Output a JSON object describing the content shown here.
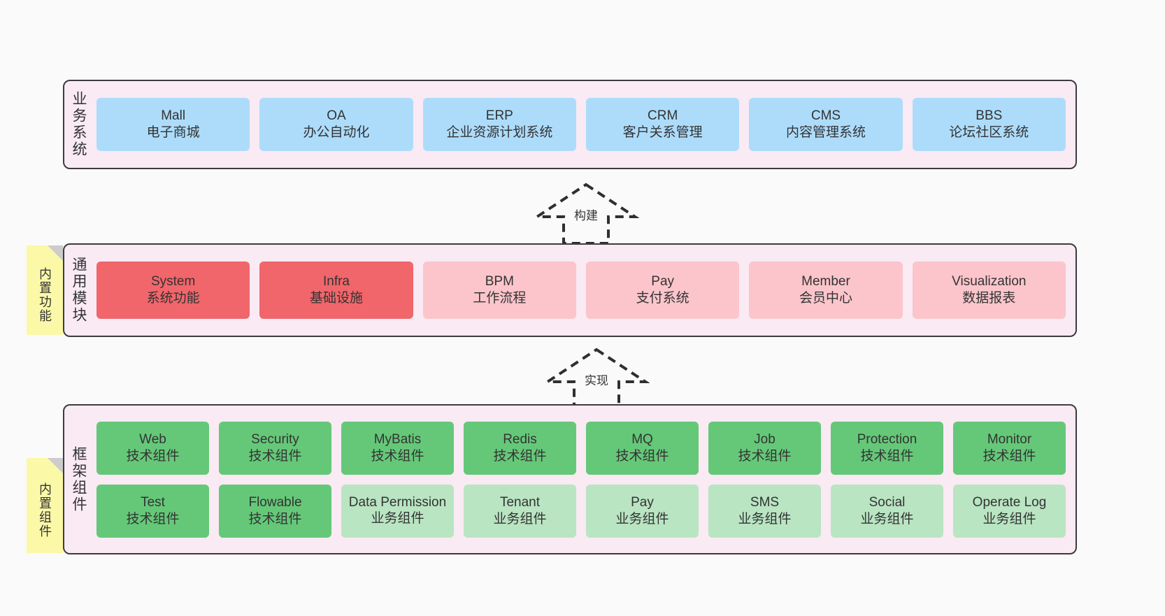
{
  "page": {
    "background": "#fafafa",
    "panel_background": "#f9eaf4",
    "panel_border": "#3c3c3c"
  },
  "colors": {
    "business": "#addcfb",
    "core_active": "#f1666b",
    "core_planned": "#fbc5cb",
    "tech_component": "#65c878",
    "biz_component": "#b9e5c2",
    "note": "#fbf8a8",
    "note_fold": "#cccccc"
  },
  "layers": {
    "business": {
      "title": "业务系统",
      "items": [
        {
          "en": "Mall",
          "cn": "电子商城"
        },
        {
          "en": "OA",
          "cn": "办公自动化"
        },
        {
          "en": "ERP",
          "cn": "企业资源计划系统"
        },
        {
          "en": "CRM",
          "cn": "客户关系管理"
        },
        {
          "en": "CMS",
          "cn": "内容管理系统"
        },
        {
          "en": "BBS",
          "cn": "论坛社区系统"
        }
      ]
    },
    "common": {
      "title": "通用模块",
      "note": "内置功能",
      "items": [
        {
          "en": "System",
          "cn": "系统功能",
          "style": "c-red"
        },
        {
          "en": "Infra",
          "cn": "基础设施",
          "style": "c-red"
        },
        {
          "en": "BPM",
          "cn": "工作流程",
          "style": "c-pink"
        },
        {
          "en": "Pay",
          "cn": "支付系统",
          "style": "c-pink"
        },
        {
          "en": "Member",
          "cn": "会员中心",
          "style": "c-pink"
        },
        {
          "en": "Visualization",
          "cn": "数据报表",
          "style": "c-pink"
        }
      ]
    },
    "framework": {
      "title": "框架组件",
      "note": "内置组件",
      "row1": [
        {
          "en": "Web",
          "cn": "技术组件",
          "style": "c-green"
        },
        {
          "en": "Security",
          "cn": "技术组件",
          "style": "c-green"
        },
        {
          "en": "MyBatis",
          "cn": "技术组件",
          "style": "c-green"
        },
        {
          "en": "Redis",
          "cn": "技术组件",
          "style": "c-green"
        },
        {
          "en": "MQ",
          "cn": "技术组件",
          "style": "c-green"
        },
        {
          "en": "Job",
          "cn": "技术组件",
          "style": "c-green"
        },
        {
          "en": "Protection",
          "cn": "技术组件",
          "style": "c-green"
        },
        {
          "en": "Monitor",
          "cn": "技术组件",
          "style": "c-green"
        }
      ],
      "row2": [
        {
          "en": "Test",
          "cn": "技术组件",
          "style": "c-green"
        },
        {
          "en": "Flowable",
          "cn": "技术组件",
          "style": "c-green"
        },
        {
          "en": "Data Permission",
          "cn": "业务组件",
          "style": "c-lightgreen"
        },
        {
          "en": "Tenant",
          "cn": "业务组件",
          "style": "c-lightgreen"
        },
        {
          "en": "Pay",
          "cn": "业务组件",
          "style": "c-lightgreen"
        },
        {
          "en": "SMS",
          "cn": "业务组件",
          "style": "c-lightgreen"
        },
        {
          "en": "Social",
          "cn": "业务组件",
          "style": "c-lightgreen"
        },
        {
          "en": "Operate Log",
          "cn": "业务组件",
          "style": "c-lightgreen"
        }
      ]
    }
  },
  "connectors": [
    {
      "label": "构建"
    },
    {
      "label": "实现"
    }
  ]
}
